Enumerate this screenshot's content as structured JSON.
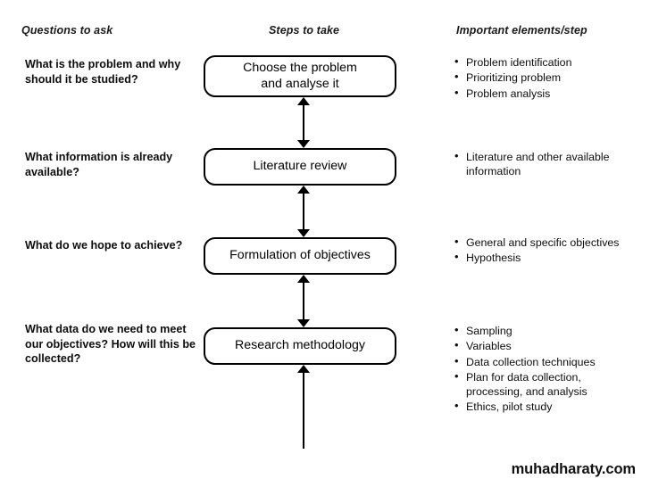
{
  "headers": {
    "questions": "Questions to ask",
    "steps": "Steps to take",
    "elements": "Important elements/step"
  },
  "rows": [
    {
      "question": "What is the problem and why should it be studied?",
      "step": "Choose the problem and analyse it",
      "step_line1": "Choose the problem",
      "step_line2": "and analyse it",
      "elements": [
        "Problem identification",
        "Prioritizing problem",
        "Problem analysis"
      ]
    },
    {
      "question": "What information is already available?",
      "step": "Literature review",
      "elements": [
        "Literature and other available information"
      ]
    },
    {
      "question": "What do we hope to achieve?",
      "step": "Formulation of objectives",
      "elements": [
        "General and specific objectives",
        "Hypothesis"
      ]
    },
    {
      "question": "What data do we need to meet our objectives? How will this be collected?",
      "step": "Research methodology",
      "elements": [
        "Sampling",
        "Variables",
        "Data collection techniques",
        "Plan for data collection, processing, and analysis",
        "Ethics, pilot study"
      ]
    }
  ],
  "watermark": "muhadharaty.com",
  "colors": {
    "ink": "#000000",
    "background": "#ffffff"
  }
}
